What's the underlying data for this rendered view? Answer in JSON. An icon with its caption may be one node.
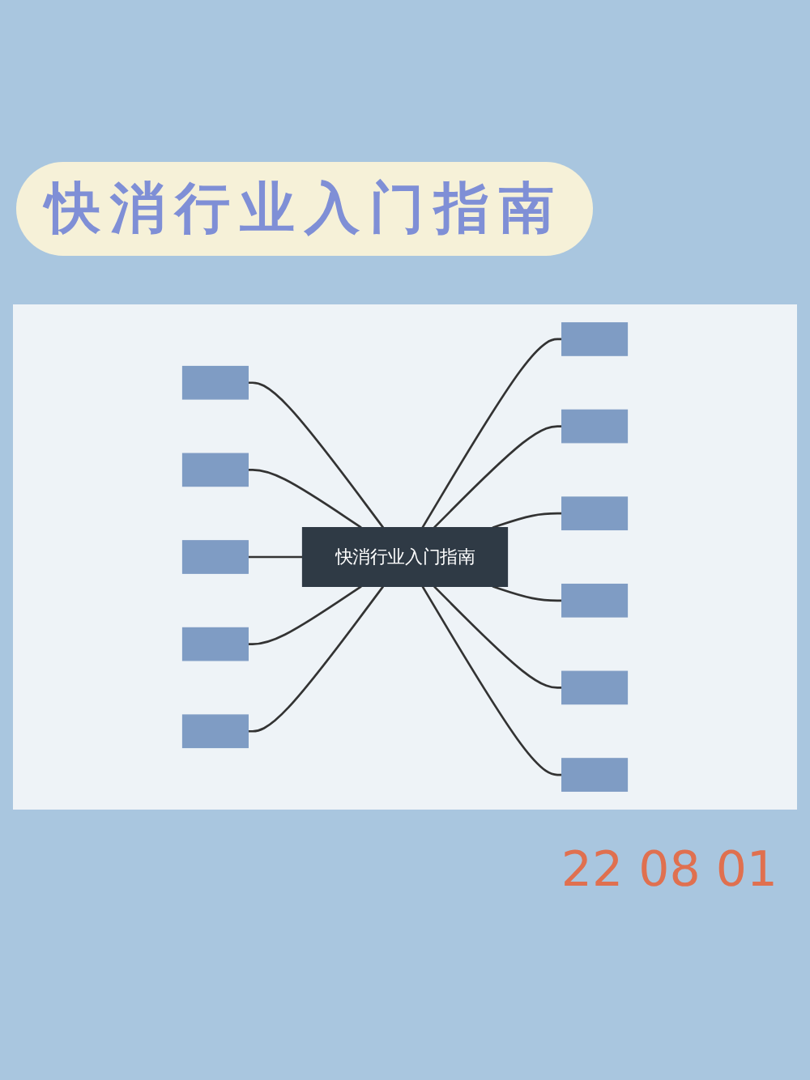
{
  "diagram": {
    "title": "快消行业入门指南",
    "nodes": [
      {
        "text": [
          "快消行业入门指南"
        ]
      },
      {
        "text": [],
        "shape": "box"
      },
      {
        "text": [],
        "shape": "box"
      },
      {
        "text": [],
        "shape": "box"
      },
      {
        "text": [],
        "shape": "box"
      },
      {
        "text": [],
        "shape": "box"
      },
      {
        "text": [],
        "shape": "box"
      },
      {
        "text": [],
        "shape": "box"
      },
      {
        "text": [],
        "shape": "box"
      },
      {
        "text": [],
        "shape": "box"
      },
      {
        "text": [],
        "shape": "box"
      },
      {
        "text": [],
        "shape": "box"
      }
    ],
    "edges": [
      {
        "from": 1,
        "to": 0,
        "arrow": "none"
      },
      {
        "from": 2,
        "to": 0,
        "arrow": "none"
      },
      {
        "from": 3,
        "to": 0,
        "arrow": "none"
      },
      {
        "from": 4,
        "to": 0,
        "arrow": "none"
      },
      {
        "from": 5,
        "to": 0,
        "arrow": "none"
      },
      {
        "from": 0,
        "to": 6,
        "arrow": "none"
      },
      {
        "from": 0,
        "to": 7,
        "arrow": "none"
      },
      {
        "from": 0,
        "to": 8,
        "arrow": "none"
      },
      {
        "from": 0,
        "to": 9,
        "arrow": "none"
      },
      {
        "from": 0,
        "to": 10,
        "arrow": "none"
      },
      {
        "from": 0,
        "to": 11,
        "arrow": "none"
      }
    ],
    "labels": [
      "22 08 01"
    ]
  }
}
